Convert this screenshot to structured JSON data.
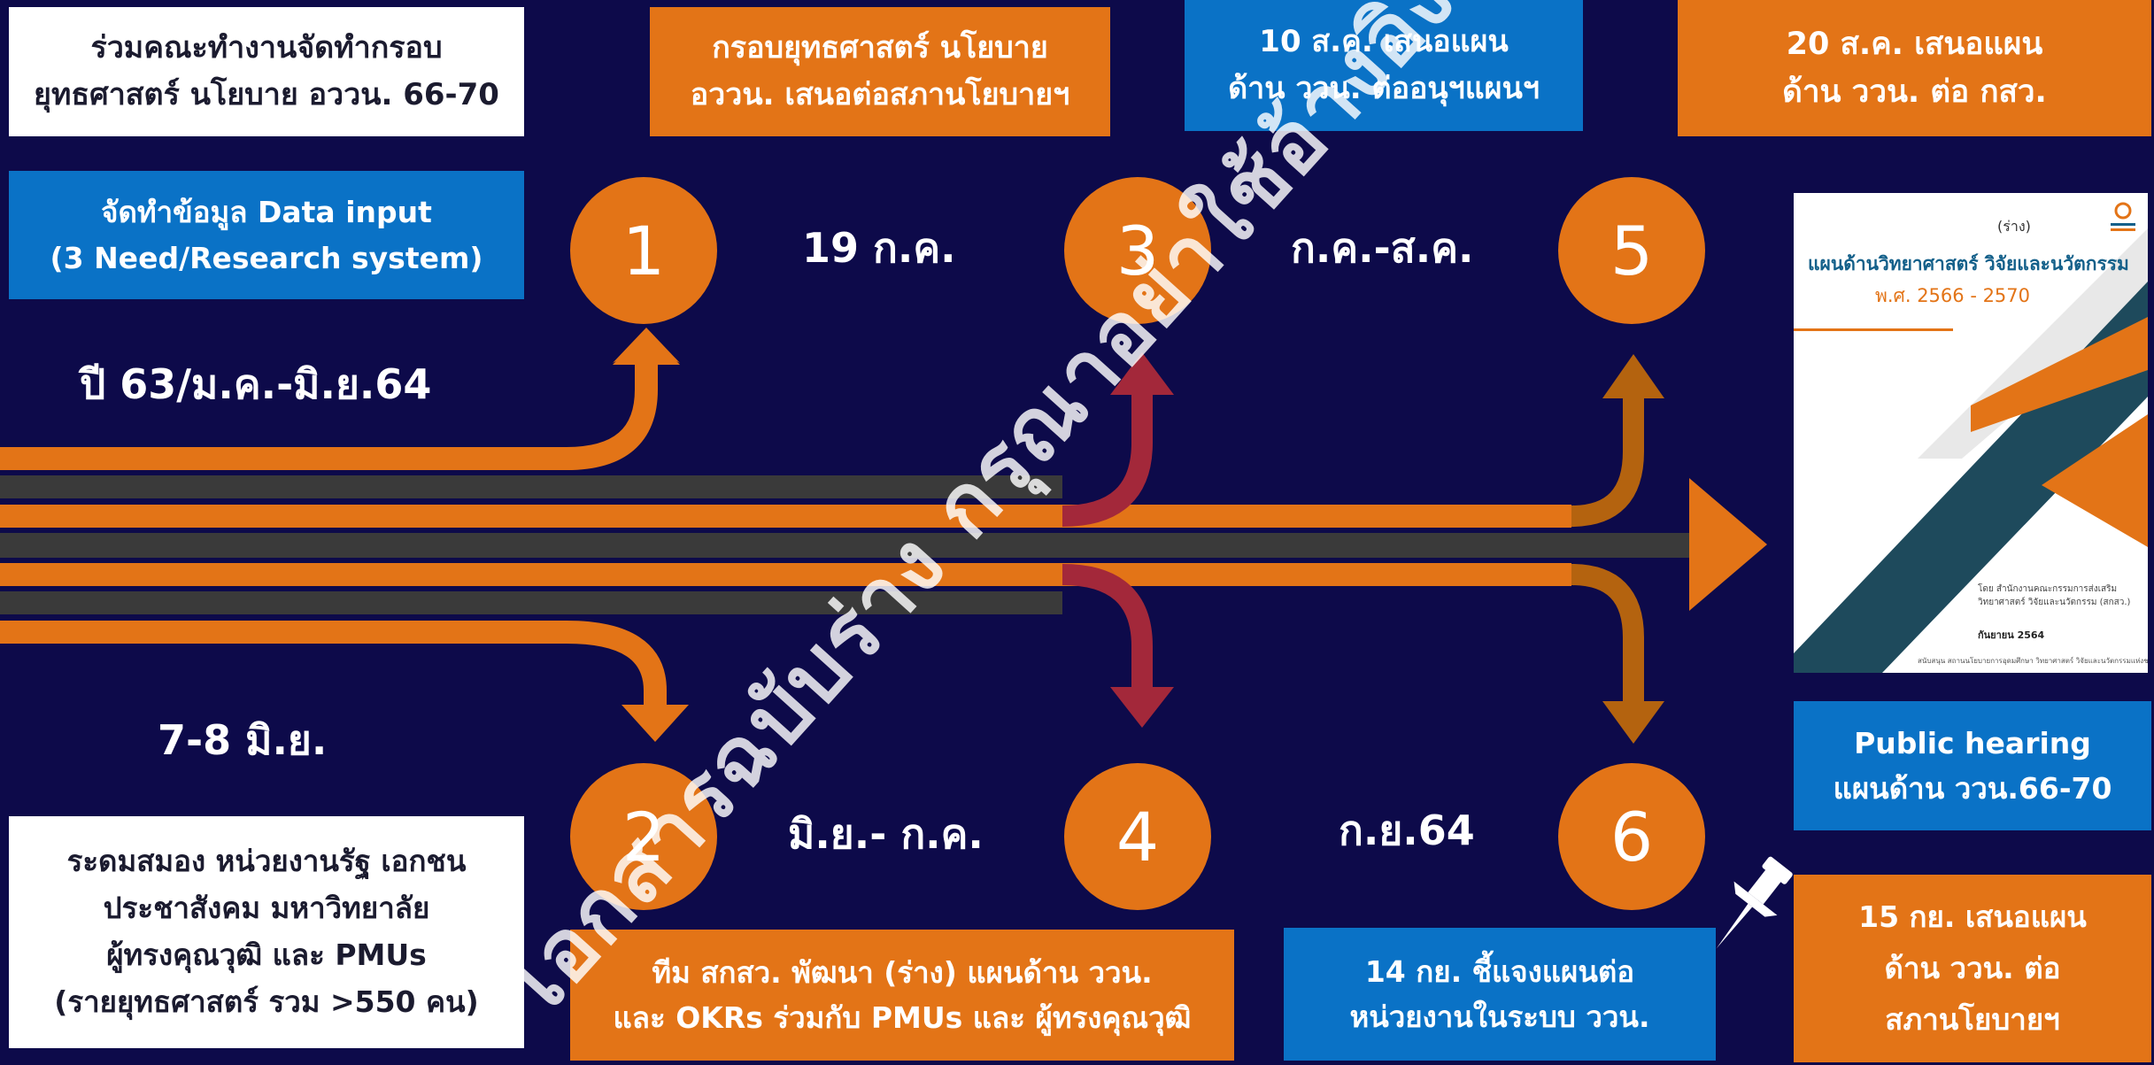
{
  "boxes": {
    "top_left": [
      "ร่วมคณะทำงานจัดทำกรอบ",
      "ยุทธศาสตร์ นโยบาย อววน. 66-70"
    ],
    "data_input": [
      "จัดทำข้อมูล Data input",
      "(3 Need/Research system)"
    ],
    "bottom_left": [
      "ระดมสมอง หน่วยงานรัฐ เอกชน",
      "ประชาสังคม มหาวิทยาลัย",
      "ผู้ทรงคุณวุฒิ และ PMUs",
      "(รายยุทธศาสตร์ รวม >550 คน)"
    ],
    "top_mid": [
      "กรอบยุทธศาสตร์ นโยบาย",
      "อววน. เสนอต่อสภานโยบายฯ"
    ],
    "top_step5": [
      "10 ส.ค. เสนอแผน",
      "ด้าน ววน. ต่ออนุฯแผนฯ"
    ],
    "top_right": [
      "20 ส.ค. เสนอแผน",
      "ด้าน ววน. ต่อ กสว."
    ],
    "bottom_mid": [
      "ทีม สกสว. พัฒนา (ร่าง) แผนด้าน ววน.",
      "และ OKRs ร่วมกับ PMUs และ ผู้ทรงคุณวุฒิ"
    ],
    "bottom_step6": [
      "14 กย. ชี้แจงแผนต่อ",
      "หน่วยงานในระบบ ววน."
    ],
    "public_hearing": [
      "Public hearing",
      "แผนด้าน ววน.66-70"
    ],
    "bottom_right": [
      "15 กย. เสนอแผน",
      "ด้าน ววน. ต่อ",
      "สภานโยบายฯ"
    ]
  },
  "steps": [
    "1",
    "2",
    "3",
    "4",
    "5",
    "6"
  ],
  "dates": {
    "year": "ปี 63/ม.ค.-มิ.ย.64",
    "jun": "7-8 มิ.ย.",
    "jul19": "19 ก.ค.",
    "jun_jul": "มิ.ย.- ก.ค.",
    "jul_aug": "ก.ค.-ส.ค.",
    "sep": "ก.ย.64"
  },
  "cover": {
    "draft": "(ร่าง)",
    "title": "แผนด้านวิทยาศาสตร์ วิจัยและนวัตกรรม",
    "years": "พ.ศ. 2566 - 2570",
    "by": [
      "โดย สำนักงานคณะกรรมการส่งเสริม",
      "วิทยาศาสตร์ วิจัยและนวัตกรรม (สกสว.)"
    ],
    "date": "กันยายน 2564",
    "footer": "สนับสนุน สถานนโยบายการอุดมศึกษา วิทยาศาสตร์ วิจัยและนวัตกรรมแห่งชาติ"
  },
  "watermark": "เอกสารฉบับร่าง กรุณาอย่าใช้อ้างอิง",
  "colors": {
    "background": "#0d0a4a",
    "orange": "#e37417",
    "blue": "#0a72c6",
    "dark_red": "#a3283a",
    "brown": "#b4630f",
    "gray_stripe": "#3a3a3a",
    "teal": "#1e4a5c"
  },
  "icons": [
    "pushpin-icon",
    "logo-icon"
  ]
}
